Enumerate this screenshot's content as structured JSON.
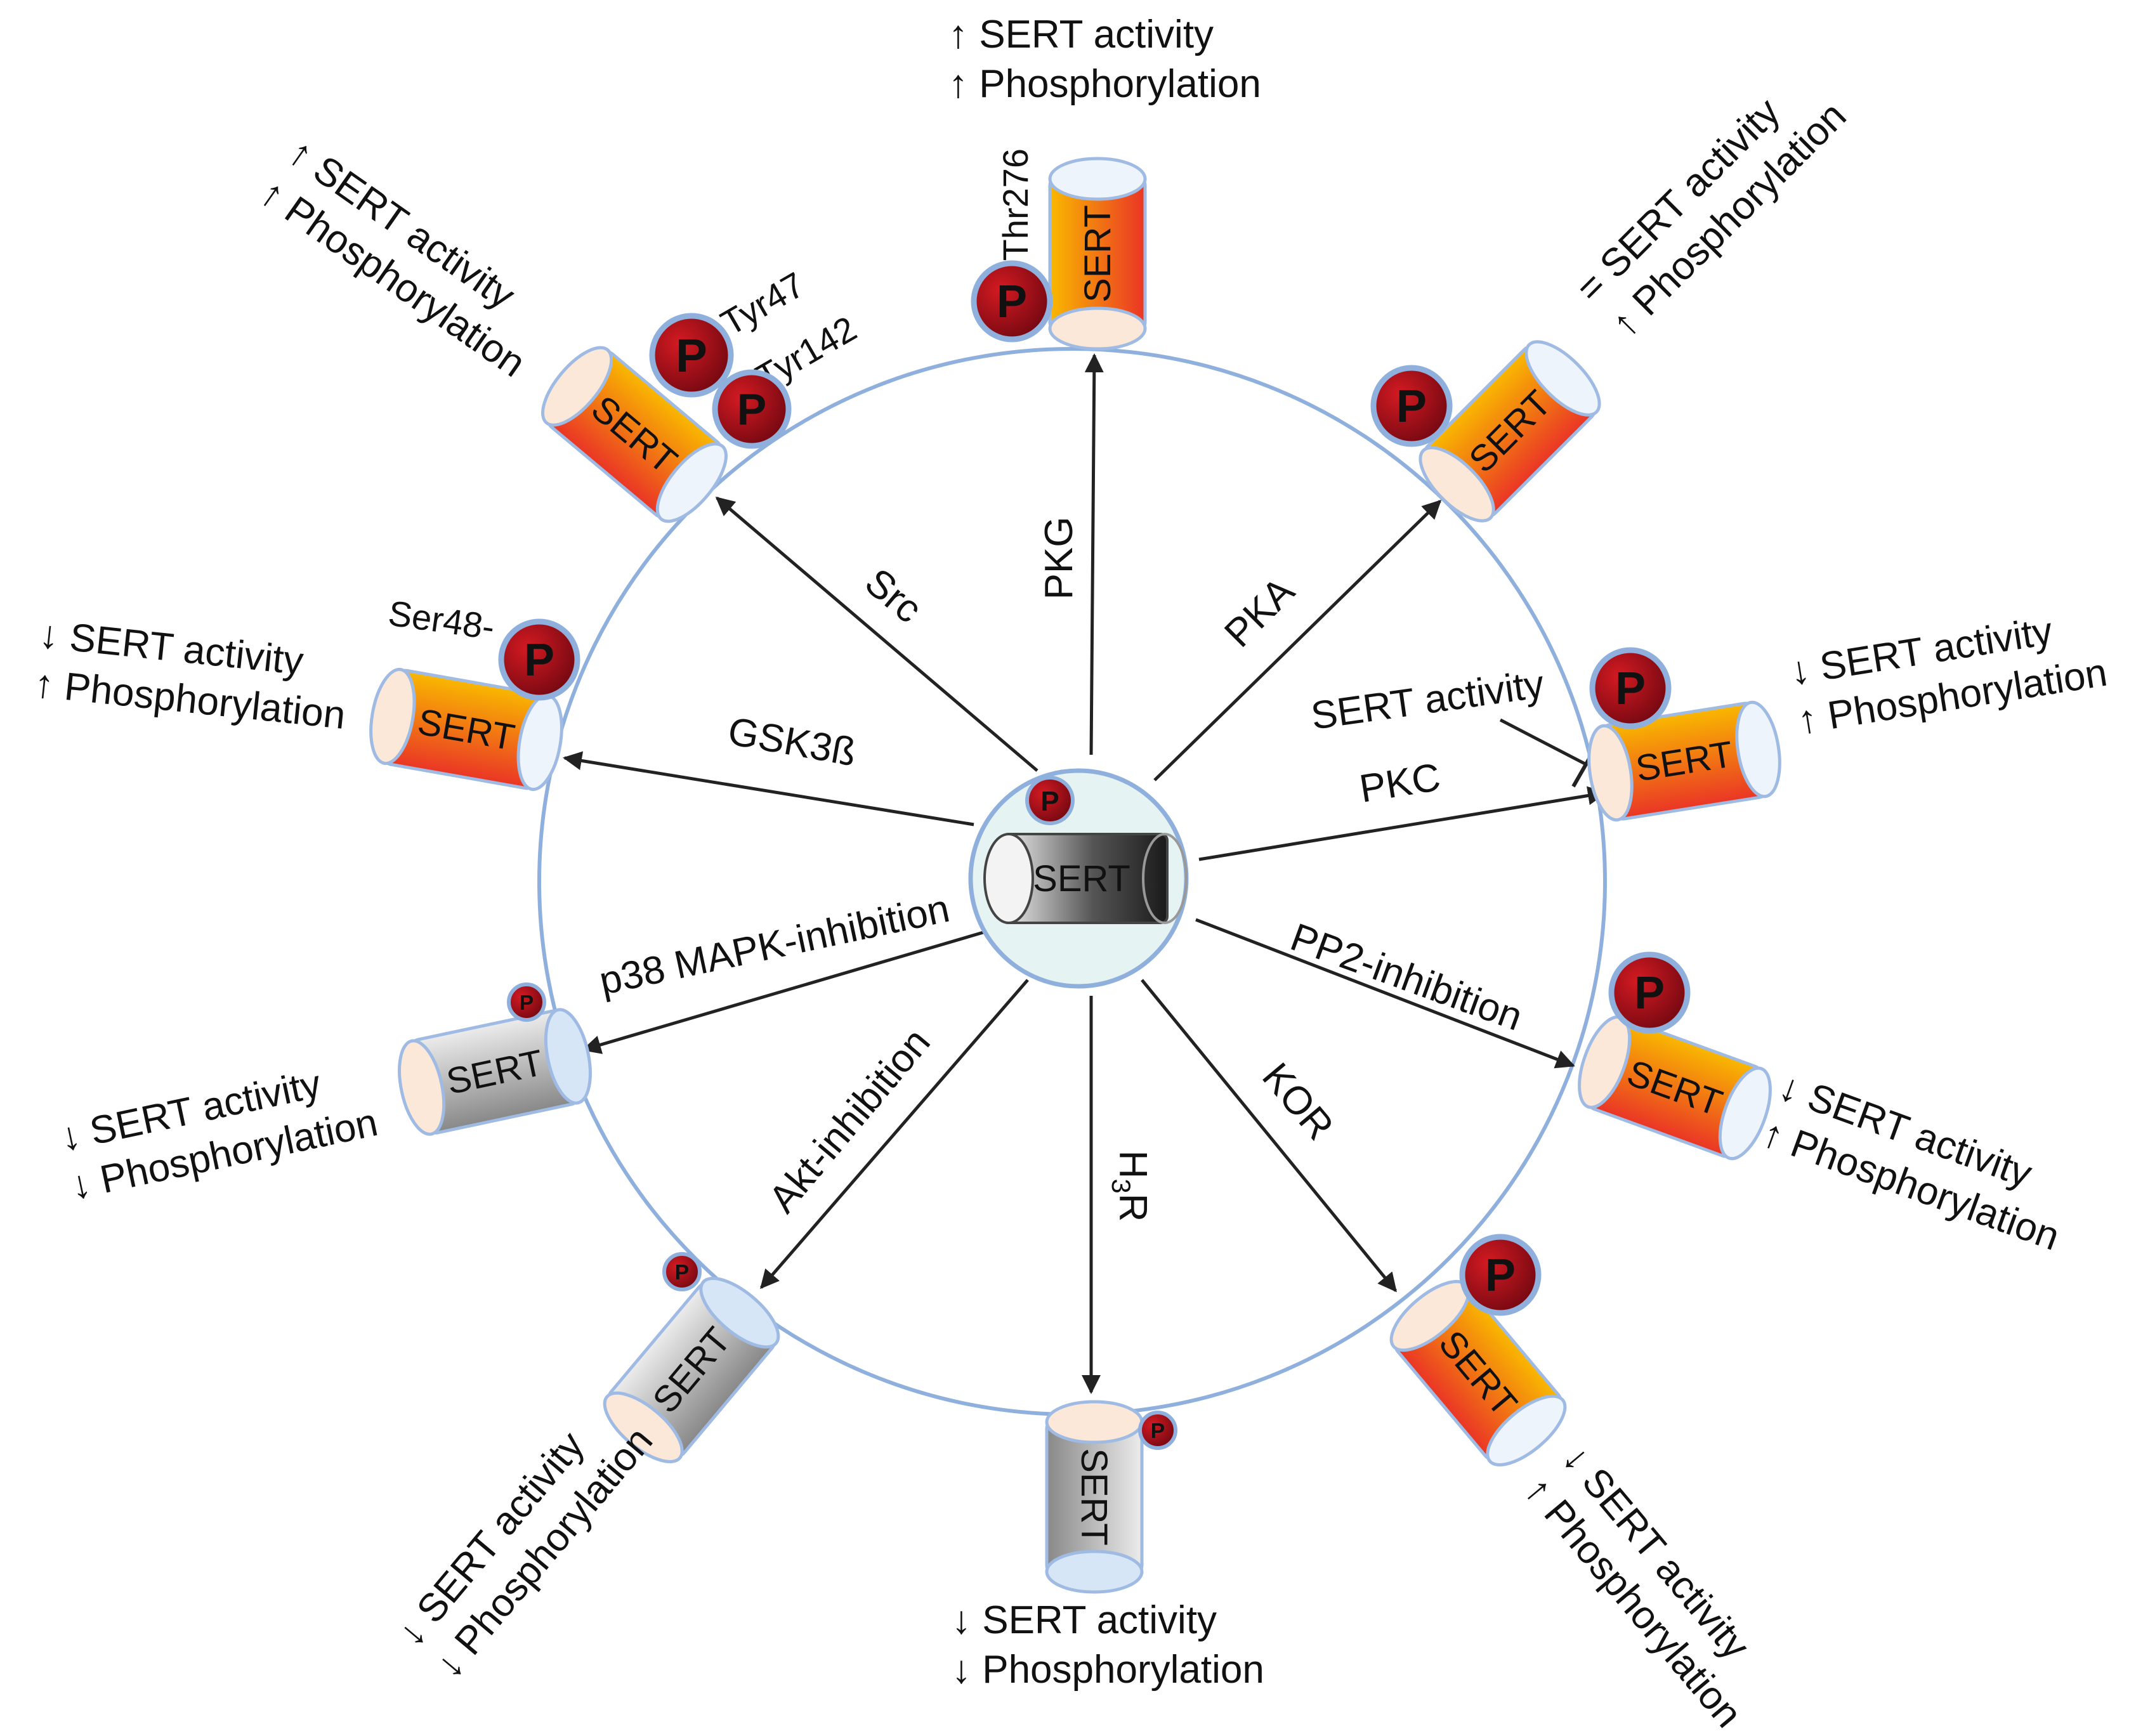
{
  "center": {
    "label": "SERT",
    "phospho": "P"
  },
  "pathways": [
    {
      "kinase": "PKG",
      "sert_label": "SERT",
      "site": "-Thr276",
      "activity": "SERT activity",
      "phosphorylation": "Phosphorylation",
      "activity_dir": "up",
      "phospho_dir": "up",
      "sert_color": "orange-red"
    },
    {
      "kinase": "PKA",
      "sert_label": "SERT",
      "site": "",
      "activity": "SERT activity",
      "phosphorylation": "Phosphorylation",
      "activity_dir": "equal",
      "phospho_dir": "up",
      "sert_color": "orange-red"
    },
    {
      "kinase": "PKC",
      "sert_label": "SERT",
      "site": "",
      "inhibitor_label": "SERT activity",
      "activity": "SERT activity",
      "phosphorylation": "Phosphorylation",
      "activity_dir": "down",
      "phospho_dir": "up",
      "sert_color": "orange-red"
    },
    {
      "kinase": "PP2-inhibition",
      "sert_label": "SERT",
      "site": "",
      "activity": "SERT activity",
      "phosphorylation": "Phosphorylation",
      "activity_dir": "down",
      "phospho_dir": "up",
      "sert_color": "orange-red"
    },
    {
      "kinase": "KOR",
      "sert_label": "SERT",
      "site": "",
      "activity": "SERT activity",
      "phosphorylation": "Phosphorylation",
      "activity_dir": "down",
      "phospho_dir": "up",
      "sert_color": "orange-red"
    },
    {
      "kinase": "H3R",
      "kinase_base": "H",
      "kinase_sub": "3",
      "kinase_tail": "R",
      "sert_label": "SERT",
      "site": "",
      "activity": "SERT activity",
      "phosphorylation": "Phosphorylation",
      "activity_dir": "down",
      "phospho_dir": "down",
      "sert_color": "grey"
    },
    {
      "kinase": "Akt-inhibition",
      "sert_label": "SERT",
      "site": "",
      "activity": "SERT activity",
      "phosphorylation": "Phosphorylation",
      "activity_dir": "down",
      "phospho_dir": "down",
      "sert_color": "grey"
    },
    {
      "kinase": "p38 MAPK-inhibition",
      "sert_label": "SERT",
      "site": "",
      "activity": "SERT activity",
      "phosphorylation": "Phosphorylation",
      "activity_dir": "down",
      "phospho_dir": "down",
      "sert_color": "grey"
    },
    {
      "kinase": "GSK3ß",
      "sert_label": "SERT",
      "site": "Ser48-",
      "activity": "SERT activity",
      "phosphorylation": "Phosphorylation",
      "activity_dir": "down",
      "phospho_dir": "up",
      "sert_color": "orange"
    },
    {
      "kinase": "Src",
      "sert_label": "SERT",
      "sites": [
        "-Tyr47",
        "-Tyr142"
      ],
      "activity": "SERT activity",
      "phosphorylation": "Phosphorylation",
      "activity_dir": "up",
      "phospho_dir": "up",
      "sert_color": "orange"
    }
  ],
  "phospho_letter": "P",
  "colors": {
    "ring": "#8fb0dd",
    "center_fill": "#e8f4f4",
    "orange_top": "#f7b500",
    "red_bottom": "#e8322a",
    "grey_light": "#e9e9e9",
    "grey_dark": "#8a8a8a",
    "phospho_dark": "#8a0a12",
    "phospho_ring": "#8fb0dd"
  }
}
